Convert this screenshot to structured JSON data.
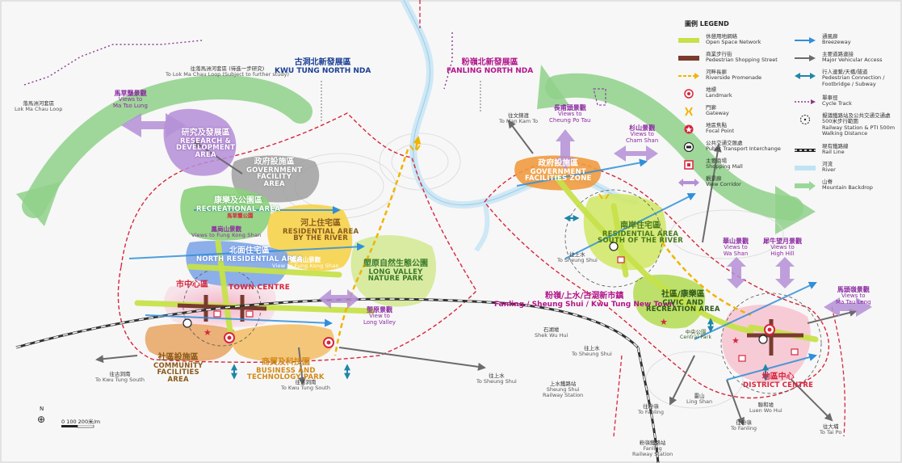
{
  "legend": {
    "title": "圖例 LEGEND",
    "left_items": [
      {
        "zh": "休憩用地網絡",
        "en": "Open Space Network",
        "symbol": "bar",
        "color": "#c6e14a"
      },
      {
        "zh": "商業步行街",
        "en": "Pedestrian Shopping Street",
        "symbol": "bar",
        "color": "#7a3b2e"
      },
      {
        "zh": "河畔長廊",
        "en": "Riverside Promenade",
        "symbol": "dash-arrow",
        "color": "#f0b400"
      },
      {
        "zh": "地標",
        "en": "Landmark",
        "symbol": "target",
        "color": "#d7263d"
      },
      {
        "zh": "門廊",
        "en": "Gateway",
        "symbol": "gateway",
        "color": "#f0b400"
      },
      {
        "zh": "地區焦點",
        "en": "Focal Point",
        "symbol": "star",
        "color": "#d7263d"
      },
      {
        "zh": "公共交通交匯處",
        "en": "Public Transport Interchange",
        "symbol": "pti",
        "color": "#222222"
      },
      {
        "zh": "主要商場",
        "en": "Shopping Mall",
        "symbol": "mall",
        "color": "#d7263d"
      },
      {
        "zh": "觀景廊",
        "en": "View Corridor",
        "symbol": "view",
        "color": "#b48fd6"
      }
    ],
    "right_items": [
      {
        "zh": "通風廊",
        "en": "Breezeway",
        "symbol": "arrow",
        "color": "#2f8fd8"
      },
      {
        "zh": "主要道路連接",
        "en": "Major Vehicular Access",
        "symbol": "arrow",
        "color": "#6b6b6b"
      },
      {
        "zh": "行人連繫/天橋/隧道",
        "en": "Pedestrian Connection / Footbridge / Subway",
        "symbol": "dbl-arrow",
        "color": "#1f86a8"
      },
      {
        "zh": "單車徑",
        "en": "Cycle Track",
        "symbol": "dots",
        "color": "#8a3a8a"
      },
      {
        "zh": "擬議鐵路站及公共交通交通處500米步行範圍",
        "en": "Railway Station & PTI 500m Walking Distance",
        "symbol": "circle",
        "color": "#222222"
      },
      {
        "zh": "現有鐵路線",
        "en": "Rail Line",
        "symbol": "rail",
        "color": "#222222"
      },
      {
        "zh": "河流",
        "en": "River",
        "symbol": "river",
        "color": "#bfe3f3"
      },
      {
        "zh": "山脊",
        "en": "Mountain Backdrop",
        "symbol": "mountain",
        "color": "#9bd79a"
      }
    ]
  },
  "ndas": {
    "kwu_tung": {
      "zh": "古洞北新發展區",
      "en": "KWU TUNG NORTH NDA"
    },
    "fanling": {
      "zh": "粉嶺北新發展區",
      "en": "FANLING NORTH NDA"
    }
  },
  "new_town": {
    "zh": "粉嶺/上水/古洞新市鎮",
    "en": "Fanling / Sheung Shui / Kwu Tung New Town"
  },
  "zones": {
    "research": {
      "zh": "研究及發展區",
      "en1": "RESEARCH &",
      "en2": "DEVELOPMENT",
      "en3": "AREA"
    },
    "government_facility": {
      "zh": "政府設施區",
      "en1": "GOVERNMENT",
      "en2": "FACILITY",
      "en3": "AREA"
    },
    "recreational": {
      "zh": "康樂及公園區",
      "en1": "RECREATIONAL AREA"
    },
    "residential_river": {
      "zh": "河上住宅區",
      "en1": "RESIDENTIAL AREA",
      "en2": "BY THE RIVER"
    },
    "north_residential": {
      "zh": "北面住宅區",
      "en1": "NORTH RESIDENTIAL AREA"
    },
    "town_centre": {
      "zh": "市中心區",
      "en1": "TOWN CENTRE"
    },
    "long_valley": {
      "zh": "塱原自然生態公園",
      "en1": "LONG VALLEY",
      "en2": "NATURE PARK"
    },
    "community": {
      "zh": "社區設施區",
      "en1": "COMMUNITY",
      "en2": "FACILITIES",
      "en3": "AREA"
    },
    "business": {
      "zh": "商貿及科技園",
      "en1": "BUSINESS AND",
      "en2": "TECHNOLOGY PARK"
    },
    "gov_facilities_zone": {
      "zh": "政府設施區",
      "en1": "GOVERNMENT",
      "en2": "FACILITIES ZONE"
    },
    "residential_south": {
      "zh": "南岸住宅區",
      "en1": "RESIDENTIAL AREA",
      "en2": "SOUTH OF THE RIVER"
    },
    "civic": {
      "zh": "社區/康樂區",
      "en1": "CIVIC AND",
      "en2": "RECREATION AREA"
    },
    "district_centre": {
      "zh": "地區中心",
      "en1": "DISTRICT CENTRE"
    }
  },
  "small_labels": {
    "ma_tso_lung_park": "馬草壟公園",
    "fung_kong_shan_zh": "鳳崗山景觀",
    "fung_kong_shan_en": "Views to Fung Kong Shan",
    "fung_kong_shan2_zh": "鳳崗山景觀",
    "fung_kong_shan2_en": "View to Fung Kong Shan",
    "central_park_zh": "中央公園",
    "central_park_en": "Central Park"
  },
  "views": {
    "ma_tso_lung": {
      "zh": "馬草壟景觀",
      "en1": "Views to",
      "en2": "Ma Tso Lung"
    },
    "cheung_po_tau": {
      "zh": "長甫頭景觀",
      "en1": "Views to",
      "en2": "Cheung Po Tau"
    },
    "cham_shan": {
      "zh": "杉山景觀",
      "en1": "Views to",
      "en2": "Cham Shan"
    },
    "wa_shan": {
      "zh": "華山景觀",
      "en1": "Views to",
      "en2": "Wa Shan"
    },
    "high_hill": {
      "zh": "犀牛望月景觀",
      "en1": "Views to",
      "en2": "High Hill"
    },
    "ma_tau_leng": {
      "zh": "馬頭嶺景觀",
      "en1": "Views to",
      "en2": "Ma Tau Leng"
    },
    "long_valley_view": {
      "zh": "塱原景觀",
      "en1": "View to",
      "en2": "Long Valley"
    }
  },
  "destinations": {
    "lok_ma_chau_loop": {
      "zh": "往落馬洲河套區 (待進一步研究)",
      "en": "To Lok Ma Chau Loop (Subject to further study)"
    },
    "lok_ma_chau_loop_left": {
      "zh": "落馬洲河套區",
      "en": "Lok Ma Chau Loop"
    },
    "man_kam_to": {
      "zh": "往文錦渡",
      "en": "To Man Kam To"
    },
    "sheung_shui_1": {
      "zh": "往上水",
      "en": "To Sheung Shui"
    },
    "sheung_shui_2": {
      "zh": "往上水",
      "en": "To Sheung Shui"
    },
    "sheung_shui_3": {
      "zh": "往上水",
      "en": "To Sheung Shui"
    },
    "kwu_tung_south_1": {
      "zh": "往古洞南",
      "en": "To Kwu Tung South"
    },
    "kwu_tung_south_2": {
      "zh": "往古洞南",
      "en": "To Kwu Tung South"
    },
    "shek_wu_hui": {
      "zh": "石湖墟",
      "en": "Shek Wu Hui"
    },
    "sheung_shui_station": {
      "zh": "上水鐵路站",
      "en1": "Sheung Shui",
      "en2": "Railway Station"
    },
    "ling_shan": {
      "zh": "靈山",
      "en": "Ling Shan"
    },
    "fanling_1": {
      "zh": "往粉嶺",
      "en": "To Fanling"
    },
    "fanling_2": {
      "zh": "往粉嶺",
      "en": "To Fanling"
    },
    "luen_wo_hui": {
      "zh": "聯和墟",
      "en": "Luen Wo Hui"
    },
    "tai_po": {
      "zh": "往大埔",
      "en": "To Tai Po"
    },
    "fanling_station": {
      "zh": "粉嶺鐵路站",
      "en1": "Fanling",
      "en2": "Railway Station"
    }
  },
  "scale": {
    "labels": "0   100  200米/m",
    "north": "N"
  }
}
